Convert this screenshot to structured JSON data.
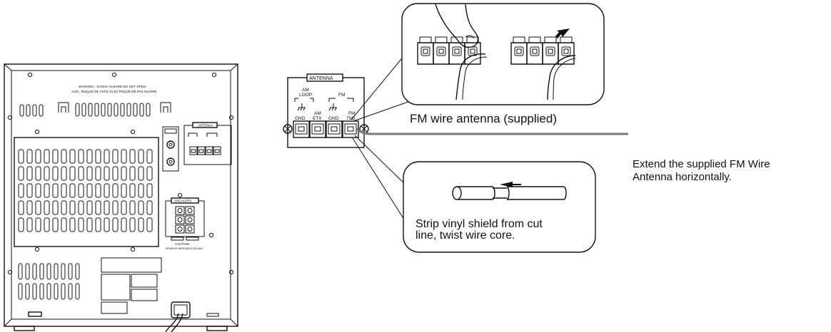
{
  "unit": {
    "warning_line1": "WARNING : SHOCK HAZARD-DO NOT OPEN",
    "warning_line2": "AVIS : RISQUE DE CHOC ELECTRIQUE-NE PAS OUVRIR",
    "antenna_label": "ANTENNA",
    "speakers_label": "SPEAKERS",
    "caution_label": "CAUTION",
    "caution_sub": "SPEAKER IMPEDANCE 3Ω (6Ω)"
  },
  "terminal": {
    "title": "ANTENNA",
    "am_group": "AM",
    "am_loop": "LOOP",
    "fm_group": "FM",
    "labels": [
      "GND",
      "AM\nETX",
      "GND",
      "FM\n75Ω"
    ]
  },
  "captions": {
    "fm_wire": "FM wire antenna (supplied)",
    "strip_line1": "Strip vinyl shield from cut",
    "strip_line2": "line, twist wire core.",
    "extend_line1": "Extend the supplied FM Wire",
    "extend_line2": "Antenna horizontally."
  },
  "colors": {
    "line": "#111111",
    "wire": "#777777",
    "background": "#ffffff"
  }
}
